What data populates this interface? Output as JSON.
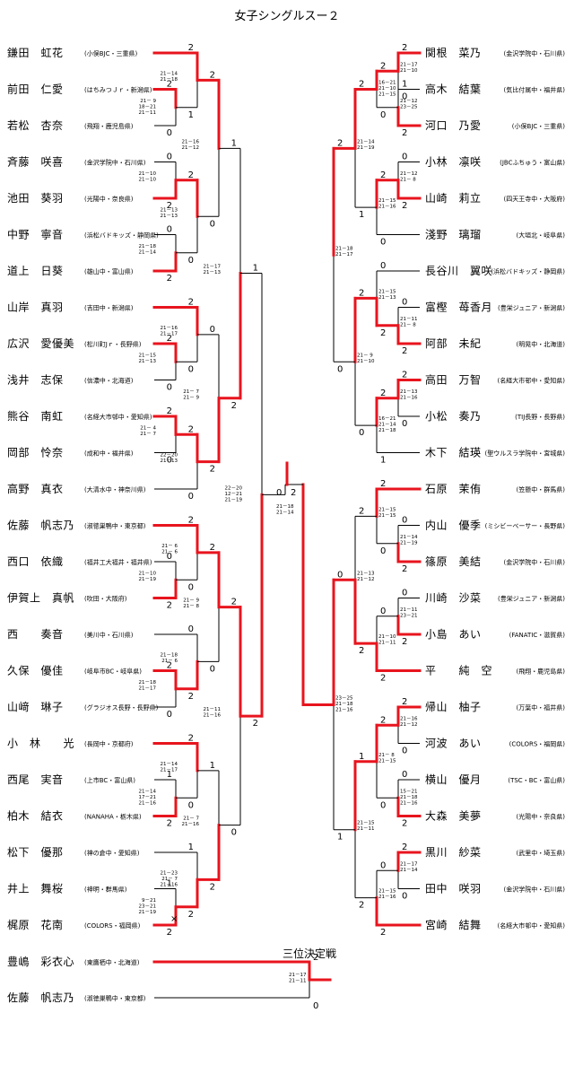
{
  "title": "女子シングルスー２",
  "third_place_label": "三位決定戦",
  "colors": {
    "win": "#e8141e",
    "line": "#000000"
  },
  "left_players": [
    {
      "name": "鎌田　虹花",
      "team": "(小俣BJC・三重県)"
    },
    {
      "name": "前田　仁愛",
      "team": "(はちみつＪｒ・新潟県)"
    },
    {
      "name": "若松　杏奈",
      "team": "(飛翔・鹿児島県)"
    },
    {
      "name": "斉藤　咲喜",
      "team": "(金沢学院中・石川県)"
    },
    {
      "name": "池田　葵羽",
      "team": "(光陽中・奈良県)"
    },
    {
      "name": "中野　寧音",
      "team": "(浜松バドキッズ・静岡県)"
    },
    {
      "name": "道上　日葵",
      "team": "(雄山中・富山県)"
    },
    {
      "name": "山岸　真羽",
      "team": "(吉田中・新潟県)"
    },
    {
      "name": "広沢　愛優美",
      "team": "(松川町Jｒ・長野県)"
    },
    {
      "name": "浅井　志保",
      "team": "(信濃中・北海道)"
    },
    {
      "name": "熊谷　南虹",
      "team": "(名経大市邨中・愛知県)"
    },
    {
      "name": "岡部　怜奈",
      "team": "(成和中・福井県)"
    },
    {
      "name": "高野　真衣",
      "team": "(大清水中・神奈川県)"
    },
    {
      "name": "佐藤　帆志乃",
      "team": "(淑徳巣鴨中・東京都)"
    },
    {
      "name": "西口　依織",
      "team": "(福井工大福井・福井県)"
    },
    {
      "name": "伊賀上　真帆",
      "team": "(吹田・大阪府)"
    },
    {
      "name": "西　　奏音",
      "team": "(美川中・石川県)"
    },
    {
      "name": "久保　優佳",
      "team": "(岐阜市BC・岐阜県)"
    },
    {
      "name": "山﨑　琳子",
      "team": "(グラジオス長野・長野県)"
    },
    {
      "name": "小　林　　光",
      "team": "(長岡中・京都府)"
    },
    {
      "name": "西尾　実音",
      "team": "(上市BC・富山県)"
    },
    {
      "name": "柏木　結衣",
      "team": "(NANAHA・栃木県)"
    },
    {
      "name": "松下　優那",
      "team": "(神の倉中・愛知県)"
    },
    {
      "name": "井上　舞桜",
      "team": "(神明・群馬県)"
    },
    {
      "name": "梶原　花南",
      "team": "(COLORS・福岡県)"
    }
  ],
  "right_players": [
    {
      "name": "関根　菜乃",
      "team": "(金沢学院中・石川県)"
    },
    {
      "name": "高木　結葉",
      "team": "(気比付属中・福井県)"
    },
    {
      "name": "河口　乃愛",
      "team": "(小俣BJC・三重県)"
    },
    {
      "name": "小林　凛咲",
      "team": "(JBCふちゅう・富山県)"
    },
    {
      "name": "山崎　莉立",
      "team": "(四天王寺中・大阪府)"
    },
    {
      "name": "淺野　璃瑠",
      "team": "(大垣北・岐阜県)"
    },
    {
      "name": "長谷川　翼咲",
      "team": "(浜松バドキッズ・静岡県)"
    },
    {
      "name": "富樫　苺香月",
      "team": "(豊栄ジュニア・新潟県)"
    },
    {
      "name": "阿部　未紀",
      "team": "(明晃中・北海道)"
    },
    {
      "name": "高田　万智",
      "team": "(名経大市邨中・愛知県)"
    },
    {
      "name": "小松　奏乃",
      "team": "(TIJ長野・長野県)"
    },
    {
      "name": "木下　結瑛",
      "team": "(聖ウルスラ学院中・宮城県)"
    },
    {
      "name": "石原　茉侑",
      "team": "(笠懸中・群馬県)"
    },
    {
      "name": "内山　優季",
      "team": "(ミシビーベーサー・長野県)"
    },
    {
      "name": "篠原　美結",
      "team": "(金沢学院中・石川県)"
    },
    {
      "name": "川崎　沙菜",
      "team": "(豊栄ジュニア・新潟県)"
    },
    {
      "name": "小島　あい",
      "team": "(FANATIC・滋賀県)"
    },
    {
      "name": "平　　純　空",
      "team": "(飛翔・鹿児島県)"
    },
    {
      "name": "帰山　柚子",
      "team": "(万葉中・福井県)"
    },
    {
      "name": "河波　あい",
      "team": "(COLORS・福岡県)"
    },
    {
      "name": "横山　優月",
      "team": "(TSC・BC・富山県)"
    },
    {
      "name": "大森　美夢",
      "team": "(光陽中・奈良県)"
    },
    {
      "name": "黒川　紗菜",
      "team": "(武里中・埼玉県)"
    },
    {
      "name": "田中　咲羽",
      "team": "(金沢学院中・石川県)"
    },
    {
      "name": "宮崎　結舞",
      "team": "(名経大市邨中・愛知県)"
    }
  ],
  "third_place_players": [
    {
      "name": "豊嶋　彩衣心",
      "team": "(東鷹栖中・北海道)"
    },
    {
      "name": "佐藤　帆志乃",
      "team": "(淑徳巣鴨中・東京都)"
    }
  ],
  "left_matches": [
    {
      "id": "a",
      "a": "p1",
      "b": "p2",
      "w": "a",
      "sa": "2",
      "sb": "0",
      "games": [
        "21－ 9",
        "18－21",
        "21－11"
      ]
    },
    {
      "id": "b",
      "a": "p0",
      "b": "a",
      "w": "a",
      "sa": "2",
      "sb": "1",
      "games": [
        "21－14",
        "21－18"
      ]
    },
    {
      "id": "c",
      "a": "p3",
      "b": "p4",
      "w": "b",
      "sa": "0",
      "sb": "2",
      "games": [
        "21－10",
        "21－10"
      ]
    },
    {
      "id": "d",
      "a": "p5",
      "b": "p6",
      "w": "b",
      "sa": "0",
      "sb": "2",
      "games": [
        "21－18",
        "21－14"
      ]
    },
    {
      "id": "e",
      "a": "c",
      "b": "d",
      "w": "a",
      "sa": "2",
      "sb": "0",
      "games": [
        "21－13",
        "21－13"
      ]
    },
    {
      "id": "f",
      "a": "b",
      "b": "e",
      "w": "a",
      "sa": "2",
      "sb": "0",
      "games": [
        "21－16",
        "21－12"
      ]
    },
    {
      "id": "g",
      "a": "p8",
      "b": "p9",
      "w": "a",
      "sa": "2",
      "sb": "0",
      "games": [
        "21－15",
        "21－13"
      ]
    },
    {
      "id": "h",
      "a": "p7",
      "b": "g",
      "w": "a",
      "sa": "2",
      "sb": "0",
      "games": [
        "21－16",
        "21－17"
      ]
    },
    {
      "id": "i",
      "a": "p10",
      "b": "p11",
      "w": "a",
      "sa": "2",
      "sb": "0",
      "games": [
        "21－ 4",
        "21－ 7"
      ]
    },
    {
      "id": "j",
      "a": "i",
      "b": "p12",
      "w": "a",
      "sa": "2",
      "sb": "0",
      "games": [
        "22－20",
        "21－13"
      ]
    },
    {
      "id": "k",
      "a": "h",
      "b": "j",
      "w": "b",
      "sa": "0",
      "sb": "2",
      "games": [
        "21－ 7",
        "21－ 9"
      ]
    },
    {
      "id": "l",
      "a": "f",
      "b": "k",
      "w": "b",
      "sa": "1",
      "sb": "2",
      "games": [
        "21－17",
        "21－13"
      ]
    },
    {
      "id": "m",
      "a": "p14",
      "b": "p15",
      "w": "b",
      "sa": "0",
      "sb": "2",
      "games": [
        "21－10",
        "21－19"
      ]
    },
    {
      "id": "n",
      "a": "p13",
      "b": "m",
      "w": "a",
      "sa": "2",
      "sb": "0",
      "games": [
        "21－ 6",
        "21－ 6"
      ]
    },
    {
      "id": "o",
      "a": "p17",
      "b": "p18",
      "w": "a",
      "sa": "2",
      "sb": "0",
      "games": [
        "21－18",
        "21－17"
      ]
    },
    {
      "id": "p",
      "a": "p16",
      "b": "o",
      "w": "b",
      "sa": "0",
      "sb": "2",
      "games": [
        "21－18",
        "21－ 6"
      ]
    },
    {
      "id": "q",
      "a": "n",
      "b": "p",
      "w": "a",
      "sa": "2",
      "sb": "0",
      "games": [
        "21－ 9",
        "21－ 8"
      ]
    },
    {
      "id": "r",
      "a": "p20",
      "b": "p21",
      "w": "b",
      "sa": "1",
      "sb": "2",
      "games": [
        "21－14",
        "17－21",
        "21－16"
      ]
    },
    {
      "id": "s",
      "a": "p19",
      "b": "r",
      "w": "a",
      "sa": "2",
      "sb": "0",
      "games": [
        "21－14",
        "21－17"
      ]
    },
    {
      "id": "t",
      "a": "p23",
      "b": "p24",
      "w": "b",
      "sa": "1",
      "sb": "2",
      "games": [
        "9－21",
        "23－21",
        "21－19"
      ],
      "cross": "×"
    },
    {
      "id": "u",
      "a": "p22",
      "b": "t",
      "w": "b",
      "sa": "1",
      "sb": "2",
      "games": [
        "21－23",
        "21－ 7",
        "21－16"
      ]
    },
    {
      "id": "v",
      "a": "s",
      "b": "u",
      "w": "b",
      "sa": "1",
      "sb": "2",
      "games": [
        "21－ 7",
        "21－16"
      ]
    },
    {
      "id": "w",
      "a": "q",
      "b": "v",
      "w": "a",
      "sa": "2",
      "sb": "0",
      "games": [
        "21－11",
        "21－16"
      ]
    },
    {
      "id": "x",
      "a": "l",
      "b": "w",
      "w": "b",
      "sa": "1",
      "sb": "2",
      "games": [
        "22－20",
        "12－21",
        "21－19"
      ]
    }
  ],
  "right_matches": [
    {
      "id": "a",
      "a": "p0",
      "b": "p1",
      "w": "a",
      "sa": "2",
      "sb": "0",
      "games": [
        "21－17",
        "21－10"
      ]
    },
    {
      "id": "b",
      "a": "p1",
      "b": "p2",
      "w": "b",
      "sa": "1",
      "sb": "2",
      "games": [
        "21－12",
        "23－25"
      ]
    },
    {
      "id": "bb",
      "a": "a",
      "b": "b",
      "w": "a",
      "sa": "2",
      "sb": "0",
      "games": [
        "16－21",
        "21－10",
        "21－15"
      ]
    },
    {
      "id": "c",
      "a": "p3",
      "b": "p4",
      "w": "b",
      "sa": "0",
      "sb": "2",
      "games": [
        "21－12",
        "21－ 8"
      ]
    },
    {
      "id": "d",
      "a": "c",
      "b": "p5",
      "w": "a",
      "sa": "2",
      "sb": "0",
      "games": [
        "21－15",
        "21－16"
      ]
    },
    {
      "id": "e",
      "a": "bb",
      "b": "d",
      "w": "a",
      "sa": "2",
      "sb": "1",
      "games": [
        "21－14",
        "21－19"
      ]
    },
    {
      "id": "f",
      "a": "p7",
      "b": "p8",
      "w": "b",
      "sa": "0",
      "sb": "2",
      "games": [
        "21－11",
        "21－ 8"
      ]
    },
    {
      "id": "g",
      "a": "p6",
      "b": "f",
      "w": "b",
      "sa": "0",
      "sb": "2",
      "games": [
        "21－15",
        "21－13"
      ]
    },
    {
      "id": "h",
      "a": "p9",
      "b": "p10",
      "w": "a",
      "sa": "2",
      "sb": "0",
      "games": [
        "21－13",
        "21－16"
      ]
    },
    {
      "id": "i",
      "a": "h",
      "b": "p11",
      "w": "a",
      "sa": "2",
      "sb": "1",
      "games": [
        "16－21",
        "21－14",
        "21－18"
      ]
    },
    {
      "id": "j",
      "a": "g",
      "b": "i",
      "w": "a",
      "sa": "2",
      "sb": "0",
      "games": [
        "21－ 9",
        "21－10"
      ]
    },
    {
      "id": "k",
      "a": "e",
      "b": "j",
      "w": "a",
      "sa": "2",
      "sb": "0",
      "games": [
        "21－18",
        "21－17"
      ]
    },
    {
      "id": "l",
      "a": "p13",
      "b": "p14",
      "w": "b",
      "sa": "0",
      "sb": "2",
      "games": [
        "21－14",
        "21－19"
      ]
    },
    {
      "id": "m",
      "a": "p12",
      "b": "l",
      "w": "a",
      "sa": "2",
      "sb": "0",
      "games": [
        "21－15",
        "21－15"
      ]
    },
    {
      "id": "n",
      "a": "p15",
      "b": "p16",
      "w": "b",
      "sa": "0",
      "sb": "2",
      "games": [
        "21－11",
        "23－21"
      ]
    },
    {
      "id": "o",
      "a": "n",
      "b": "p17",
      "w": "b",
      "sa": "0",
      "sb": "2",
      "games": [
        "21－10",
        "21－11"
      ]
    },
    {
      "id": "p",
      "a": "m",
      "b": "o",
      "w": "b",
      "sa": "2",
      "sb": "2",
      "games": [
        "21－13",
        "21－12"
      ]
    },
    {
      "id": "q",
      "a": "p18",
      "b": "p19",
      "w": "a",
      "sa": "2",
      "sb": "0",
      "games": [
        "21－16",
        "21－12"
      ]
    },
    {
      "id": "r",
      "a": "p20",
      "b": "p21",
      "w": "b",
      "sa": "0",
      "sb": "2",
      "games": [
        "15－21",
        "21－18",
        "21－16"
      ]
    },
    {
      "id": "s",
      "a": "q",
      "b": "r",
      "w": "a",
      "sa": "2",
      "sb": "0",
      "games": [
        "21－ 8",
        "21－15"
      ]
    },
    {
      "id": "t",
      "a": "p22",
      "b": "p23",
      "w": "a",
      "sa": "2",
      "sb": "0",
      "games": [
        "21－17",
        "21－14"
      ]
    },
    {
      "id": "u",
      "a": "t",
      "b": "p24",
      "w": "b",
      "sa": "0",
      "sb": "2",
      "games": [
        "21－15",
        "21－16"
      ]
    },
    {
      "id": "v",
      "a": "s",
      "b": "u",
      "w": "a",
      "sa": "1",
      "sb": "2",
      "games": [
        "21－15",
        "21－11"
      ]
    },
    {
      "id": "w",
      "a": "p",
      "b": "v",
      "w": "a",
      "sa": "0",
      "sb": "1",
      "games": [
        "23－25",
        "21－18",
        "21－16"
      ]
    }
  ],
  "final": {
    "left_score": "0",
    "right_score": "2",
    "games": [
      "21－18",
      "21－14"
    ]
  },
  "third_place": {
    "top_score": "2",
    "bottom_score": "0",
    "games": [
      "21－17",
      "21－11"
    ]
  }
}
